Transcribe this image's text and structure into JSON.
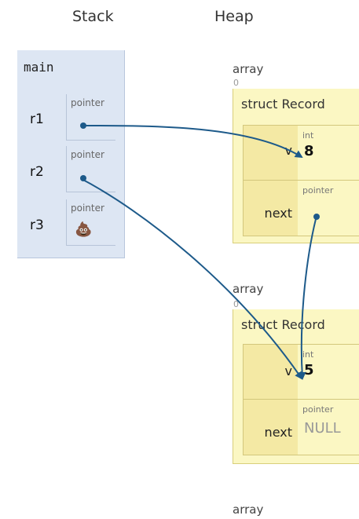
{
  "headers": {
    "stack": "Stack",
    "heap": "Heap"
  },
  "frame": {
    "name": "main",
    "vars": [
      {
        "name": "r1",
        "type": "pointer"
      },
      {
        "name": "r2",
        "type": "pointer"
      },
      {
        "name": "r3",
        "type": "pointer",
        "value_icon": "pile-of-poo"
      }
    ]
  },
  "heap": [
    {
      "label": "array",
      "index": "0",
      "struct": "struct Record",
      "fields": [
        {
          "name": "v",
          "type": "int",
          "value": "8"
        },
        {
          "name": "next",
          "type": "pointer",
          "value": ""
        }
      ]
    },
    {
      "label": "array",
      "index": "0",
      "struct": "struct Record",
      "fields": [
        {
          "name": "v",
          "type": "int",
          "value": "5"
        },
        {
          "name": "next",
          "type": "pointer",
          "value": "NULL"
        }
      ]
    },
    {
      "label": "array"
    }
  ],
  "colors": {
    "arrow": "#1d5a8a",
    "stack_bg": "#dde6f3",
    "heap_bg": "#fbf7c3"
  }
}
